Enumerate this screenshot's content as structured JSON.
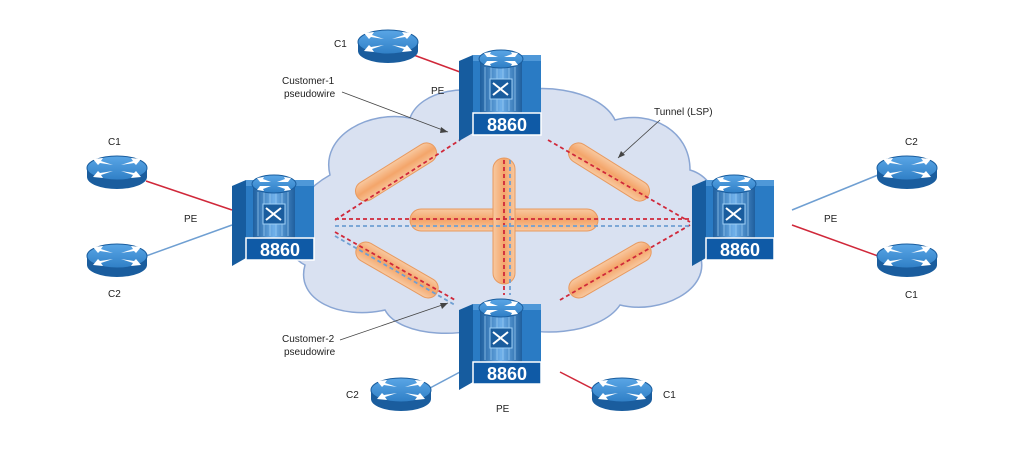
{
  "colors": {
    "cloud": "#d6dff0",
    "cloud_edge": "#7f9fcf",
    "router_blue": "#2e78c0",
    "router_top": "#3f8fd8",
    "pe_side": "#1c6bb5",
    "pe_front": "#2a7bc4",
    "badge": "#0f5aa6",
    "tunnel": "#f6b888",
    "tunnel_edge": "#e89a60",
    "customer1_link": "#d0283a",
    "customer2_link": "#6f9fd2"
  },
  "pe_nodes": {
    "top": {
      "model": "8860",
      "label": "PE"
    },
    "left": {
      "model": "8860",
      "label": "PE"
    },
    "right": {
      "model": "8860",
      "label": "PE"
    },
    "bottom": {
      "model": "8860",
      "label": "PE"
    }
  },
  "ce_routers": {
    "top_c1": "C1",
    "left_c1": "C1",
    "left_c2": "C2",
    "right_c2": "C2",
    "right_c1": "C1",
    "bottom_c2": "C2",
    "bottom_c1": "C1"
  },
  "callouts": {
    "customer1_line1": "Customer-1",
    "customer1_line2": "pseudowire",
    "customer2_line1": "Customer-2",
    "customer2_line2": "pseudowire",
    "tunnel": "Tunnel (LSP)"
  }
}
